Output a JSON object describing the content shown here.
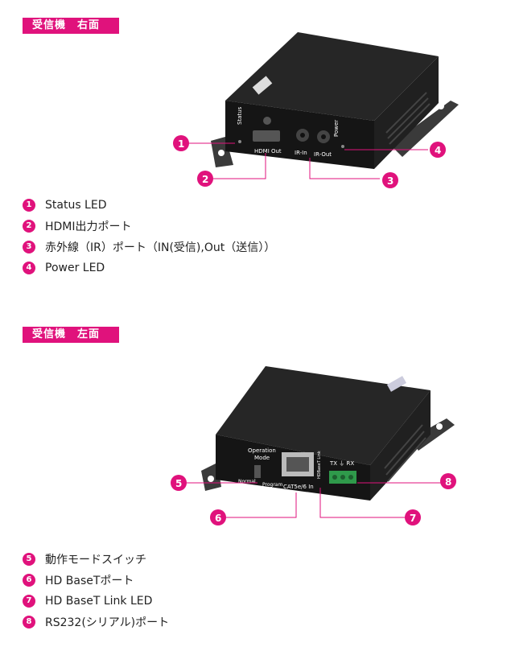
{
  "section1": {
    "title": "受信機　右面",
    "device_labels": {
      "status": "Status",
      "hdmi_out": "HDMI Out",
      "ir_in": "IR-In",
      "ir_out": "IR-Out",
      "power": "Power"
    },
    "items": [
      {
        "num": "1",
        "label": "Status LED"
      },
      {
        "num": "2",
        "label": "HDMI出力ポート"
      },
      {
        "num": "3",
        "label": "赤外線（IR）ポート（IN(受信),Out（送信））"
      },
      {
        "num": "4",
        "label": "Power LED"
      }
    ]
  },
  "section2": {
    "title": "受信機　左面",
    "device_labels": {
      "operation_mode": "Operation",
      "operation_mode2": "Mode",
      "normal": "Normal",
      "program": "Program",
      "cat_in": "CAT5e/6 In",
      "hdbaset_link": "HDBaseT Link",
      "tx_rx": "TX ⏚ RX"
    },
    "items": [
      {
        "num": "5",
        "label": "動作モードスイッチ"
      },
      {
        "num": "6",
        "label": "HD BaseTポート"
      },
      {
        "num": "7",
        "label": "HD BaseT Link LED"
      },
      {
        "num": "8",
        "label": "RS232(シリアル)ポート"
      }
    ]
  },
  "colors": {
    "accent": "#e0127c",
    "device": "#1c1c1c"
  }
}
